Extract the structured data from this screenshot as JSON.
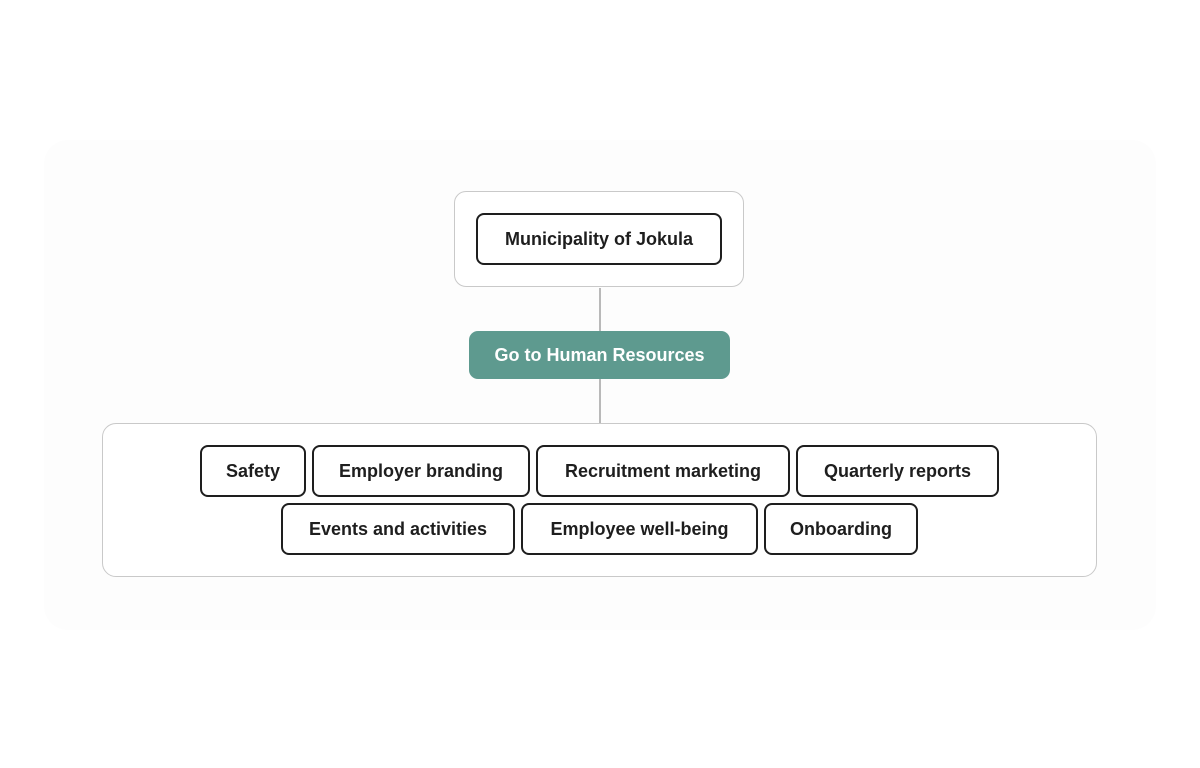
{
  "root": {
    "label": "Municipality of Jokula"
  },
  "action": {
    "label": "Go to Human Resources",
    "color": "#5e9a8f"
  },
  "children": {
    "row1": [
      {
        "label": "Safety"
      },
      {
        "label": "Employer branding"
      },
      {
        "label": "Recruitment marketing"
      },
      {
        "label": "Quarterly reports"
      }
    ],
    "row2": [
      {
        "label": "Events and activities"
      },
      {
        "label": "Employee well-being"
      },
      {
        "label": "Onboarding"
      }
    ]
  }
}
